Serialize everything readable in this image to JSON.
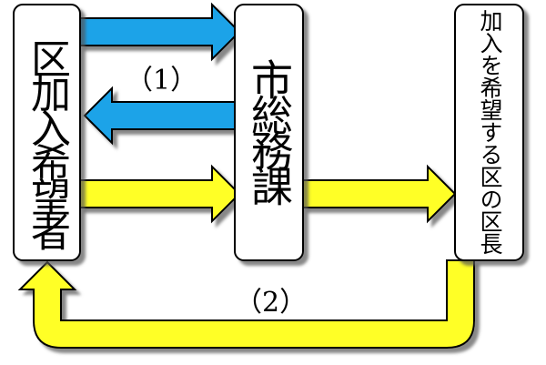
{
  "nodes": {
    "applicant": {
      "label": "区加入希望者"
    },
    "city_office": {
      "label": "市総務課"
    },
    "district_head": {
      "label": "加入を希望する区の区長"
    }
  },
  "steps": {
    "step1": {
      "label": "（1）"
    },
    "step2": {
      "label": "（2）"
    }
  },
  "colors": {
    "blue_arrow": "#1aa3e8",
    "yellow_arrow": "#ffff26",
    "outline": "#000000",
    "box_fill": "#ffffff"
  }
}
